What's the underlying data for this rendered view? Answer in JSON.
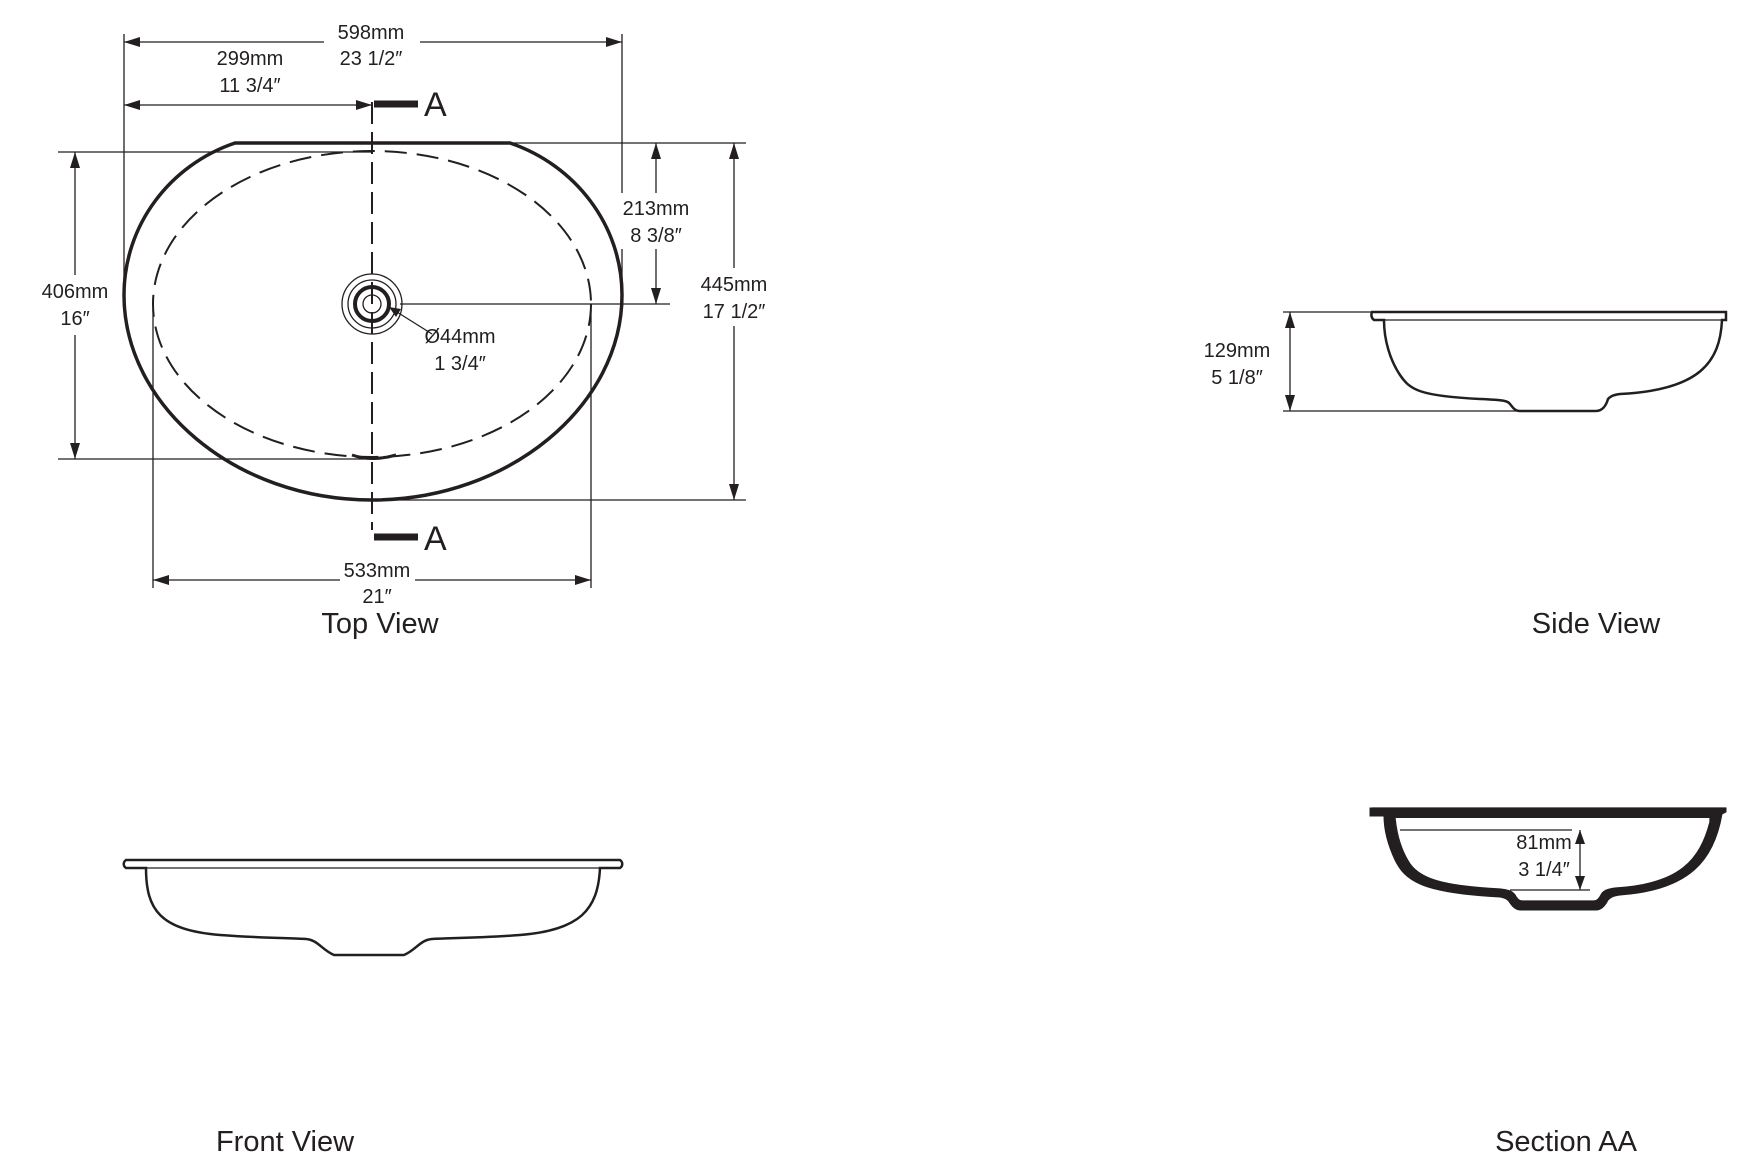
{
  "top_view": {
    "title": "Top View",
    "section_marker": "A",
    "dims": {
      "overall_width_mm": "598mm",
      "overall_width_in": "23 1/2″",
      "half_width_mm": "299mm",
      "half_width_in": "11 3/4″",
      "inner_width_mm": "533mm",
      "inner_width_in": "21″",
      "inner_depth_mm": "406mm",
      "inner_depth_in": "16″",
      "overall_depth_mm": "445mm",
      "overall_depth_in": "17 1/2″",
      "drain_offset_mm": "213mm",
      "drain_offset_in": "8 3/8″",
      "drain_dia_mm": "Ø44mm",
      "drain_dia_in": "1 3/4″"
    }
  },
  "side_view": {
    "title": "Side View",
    "dims": {
      "height_mm": "129mm",
      "height_in": "5 1/8″"
    }
  },
  "front_view": {
    "title": "Front View"
  },
  "section_aa": {
    "title": "Section AA",
    "dims": {
      "depth_mm": "81mm",
      "depth_in": "3 1/4″"
    }
  }
}
